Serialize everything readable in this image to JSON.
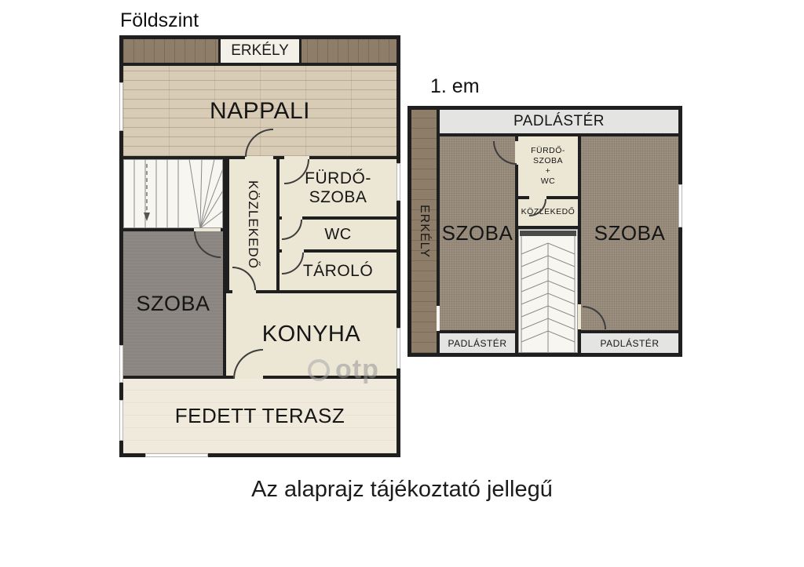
{
  "titles": {
    "ground_floor": "Földszint",
    "first_floor": "1. em"
  },
  "caption": "Az alaprajz tájékoztató jellegű",
  "watermark": {
    "text": "otp"
  },
  "ground_floor": {
    "erkely": "ERKÉLY",
    "nappali": "NAPPALI",
    "kozlekedo": "KÖZLEKEDŐ",
    "furdo_line1": "FÜRDŐ-",
    "furdo_line2": "SZOBA",
    "wc": "WC",
    "tarolo": "TÁROLÓ",
    "szoba": "SZOBA",
    "konyha": "KONYHA",
    "fedett_terasz": "FEDETT TERASZ"
  },
  "first_floor": {
    "padlaster_top": "PADLÁSTÉR",
    "erkely": "ERKÉLY",
    "szoba_left": "SZOBA",
    "furdo_line1": "FÜRDŐ-",
    "furdo_line2": "SZOBA",
    "furdo_plus": "+",
    "wc": "WC",
    "kozlekedo": "KÖZLEKEDŐ",
    "szoba_right": "SZOBA",
    "padlaster_bottom_left": "PADLÁSTÉR",
    "padlaster_bottom_right": "PADLÁSTÉR"
  },
  "colors": {
    "wall": "#1f1f1f",
    "cream_room": "#ece6d5",
    "parquet": "#d8ccb6",
    "balcony_brown": "#8d7d69",
    "gray_room": "#8a8580",
    "carpet": "#9c8f80",
    "attic_strip": "#e4e4e2"
  }
}
